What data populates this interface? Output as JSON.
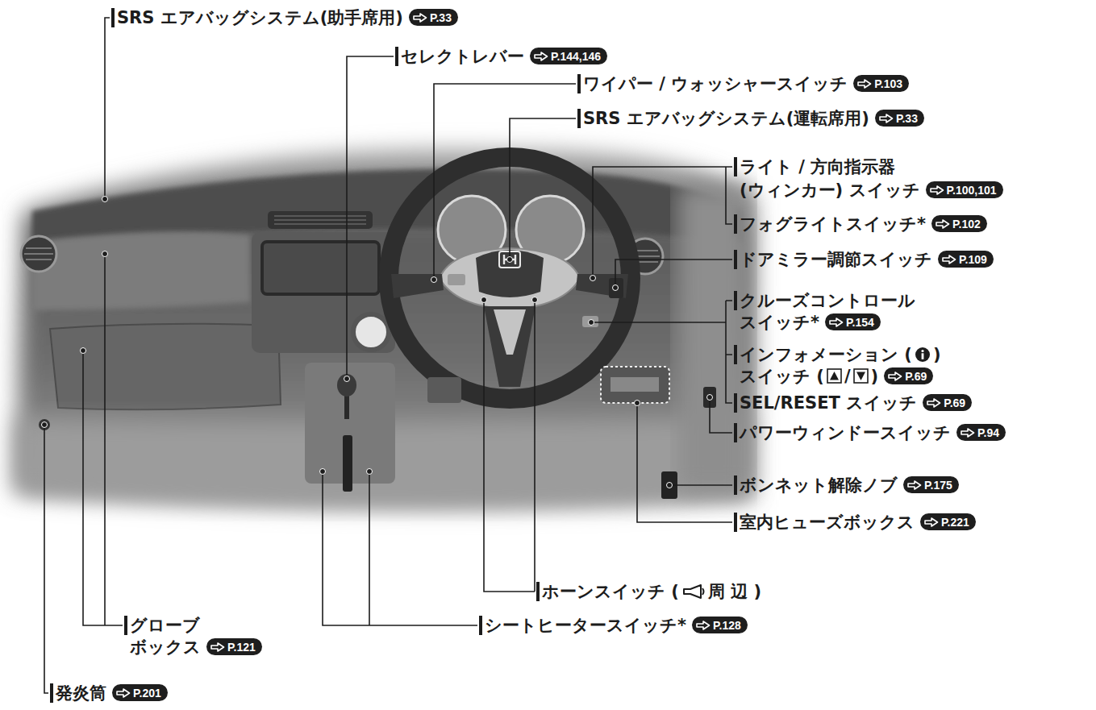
{
  "diagram": {
    "labels": [
      "SRS エアバッグシステム(助手席用)",
      "P.33",
      "セレクトレバー",
      "P.144,146",
      "ワイパー / ウォッシャースイッチ",
      "P.103",
      "SRS エアバッグシステム(運転席用)",
      "P.33",
      "ライト / 方向指示器",
      "(ウィンカー) スイッチ",
      "P.100,101",
      "フォグライトスイッチ*",
      "P.102",
      "ドアミラー調節スイッチ",
      "P.109",
      "クルーズコントロール",
      "スイッチ*",
      "P.154",
      "インフォメーション (",
      ")",
      "スイッチ (",
      "/",
      ")",
      "P.69",
      "SEL/RESET スイッチ",
      "P.69",
      "パワーウィンドースイッチ",
      "P.94",
      "ボンネット解除ノブ",
      "P.175",
      "室内ヒューズボックス",
      "P.221",
      "ホーンスイッチ (",
      "周 辺 )",
      "シートヒータースイッチ*",
      "P.128",
      "グローブ",
      "ボックス",
      "P.121",
      "発炎筒",
      "P.201"
    ]
  }
}
